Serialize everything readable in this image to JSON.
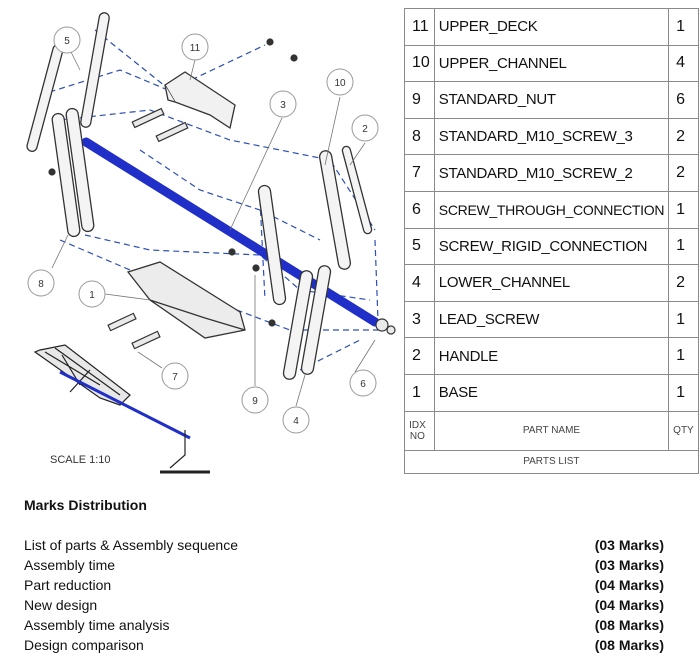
{
  "drawing": {
    "callouts": [
      "5",
      "11",
      "10",
      "3",
      "2",
      "8",
      "1",
      "7",
      "9",
      "6",
      "4"
    ],
    "scale_label": "SCALE 1:10"
  },
  "parts_list": {
    "rows": [
      {
        "idx": "11",
        "name": "UPPER_DECK",
        "qty": "1"
      },
      {
        "idx": "10",
        "name": "UPPER_CHANNEL",
        "qty": "4"
      },
      {
        "idx": "9",
        "name": "STANDARD_NUT",
        "qty": "6"
      },
      {
        "idx": "8",
        "name": "STANDARD_M10_SCREW_3",
        "qty": "2"
      },
      {
        "idx": "7",
        "name": "STANDARD_M10_SCREW_2",
        "qty": "2"
      },
      {
        "idx": "6",
        "name": "SCREW_THROUGH_CONNECTION",
        "qty": "1"
      },
      {
        "idx": "5",
        "name": "SCREW_RIGID_CONNECTION",
        "qty": "1"
      },
      {
        "idx": "4",
        "name": "LOWER_CHANNEL",
        "qty": "2"
      },
      {
        "idx": "3",
        "name": "LEAD_SCREW",
        "qty": "1"
      },
      {
        "idx": "2",
        "name": "HANDLE",
        "qty": "1"
      },
      {
        "idx": "1",
        "name": "BASE",
        "qty": "1"
      }
    ],
    "header": {
      "idx_line1": "IDX",
      "idx_line2": "NO",
      "name": "PART NAME",
      "qty": "QTY"
    },
    "caption": "PARTS LIST"
  },
  "marks": {
    "title": "Marks Distribution",
    "items": [
      {
        "label": "List of parts & Assembly sequence",
        "value": "(03 Marks)"
      },
      {
        "label": "Assembly time",
        "value": "(03 Marks)"
      },
      {
        "label": "Part reduction",
        "value": "(04 Marks)"
      },
      {
        "label": "New design",
        "value": "(04 Marks)"
      },
      {
        "label": "Assembly time analysis",
        "value": "(08 Marks)"
      },
      {
        "label": "Design comparison",
        "value": "(08 Marks)"
      }
    ]
  },
  "colors": {
    "lead_screw": "#1f2fc7",
    "dashed": "#2d4fb5",
    "outline": "#333333"
  }
}
